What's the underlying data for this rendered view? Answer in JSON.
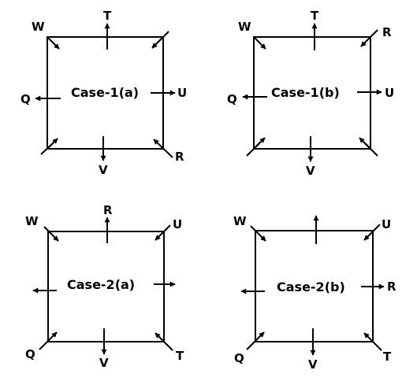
{
  "colors": {
    "ink": "#000000",
    "background": "#ffffff"
  },
  "panels": [
    {
      "id": "case-1a",
      "title": "Case-1(a)",
      "labels": {
        "nw": "W",
        "top": "T",
        "left": "Q",
        "right": "U",
        "bottom": "V",
        "se": "R"
      }
    },
    {
      "id": "case-1b",
      "title": "Case-1(b)",
      "labels": {
        "nw": "W",
        "top": "T",
        "ne": "R",
        "left": "Q",
        "right": "U",
        "bottom": "V"
      }
    },
    {
      "id": "case-2a",
      "title": "Case-2(a)",
      "labels": {
        "nw": "W",
        "top": "R",
        "ne": "U",
        "sw": "Q",
        "bottom": "V",
        "se": "T"
      }
    },
    {
      "id": "case-2b",
      "title": "Case-2(b)",
      "labels": {
        "nw": "W",
        "ne": "U",
        "right": "R",
        "sw": "Q",
        "bottom": "V",
        "se": "T"
      }
    }
  ]
}
